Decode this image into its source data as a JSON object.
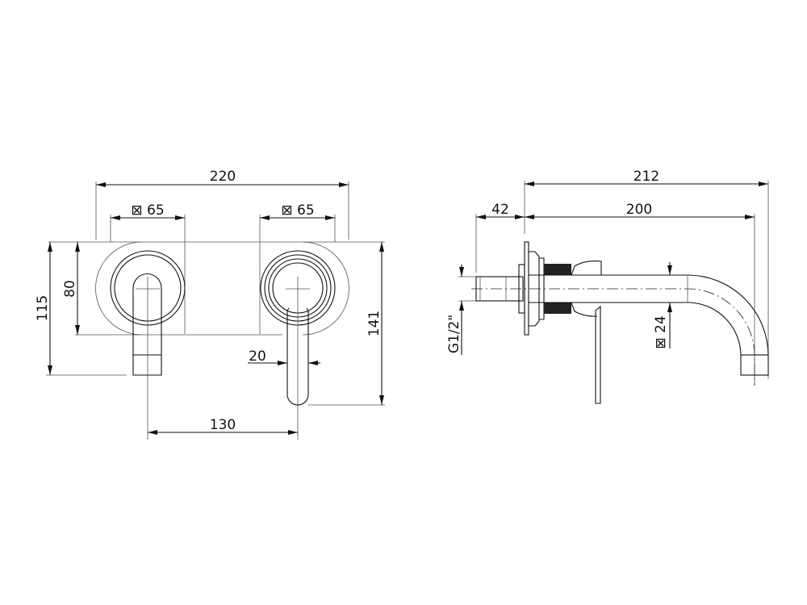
{
  "front_view": {
    "width_total": "220",
    "rosette_left": "⊠ 65",
    "rosette_right": "⊠ 65",
    "plate_height": "80",
    "spout_height": "115",
    "lever_height": "141",
    "lever_width": "20",
    "center_distance": "130"
  },
  "side_view": {
    "total_depth": "212",
    "inlet_length": "42",
    "spout_projection": "200",
    "thread": "G1/2\"",
    "spout_diameter": "⊠ 24"
  }
}
